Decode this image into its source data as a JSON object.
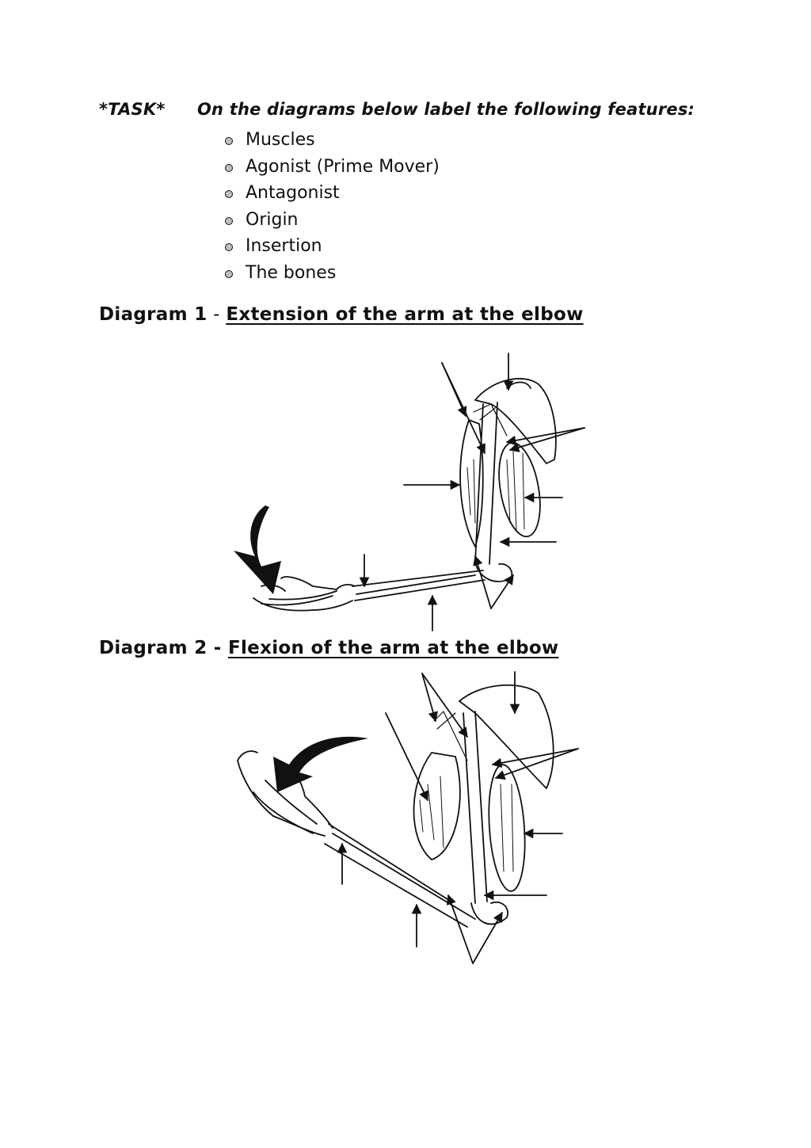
{
  "task": {
    "tag": "*TASK*",
    "instruction": "On the diagrams below label the following features:"
  },
  "features": [
    "Muscles",
    "Agonist (Prime Mover)",
    "Antagonist",
    "Origin",
    "Insertion",
    "The bones"
  ],
  "diagram1": {
    "label": "Diagram 1",
    "separator": " - ",
    "title": "Extension of the arm at the elbow"
  },
  "diagram2": {
    "label": "Diagram 2",
    "separator": " - ",
    "title": "Flexion of the arm at the elbow"
  },
  "colors": {
    "ink": "#111111",
    "paper": "#ffffff"
  }
}
